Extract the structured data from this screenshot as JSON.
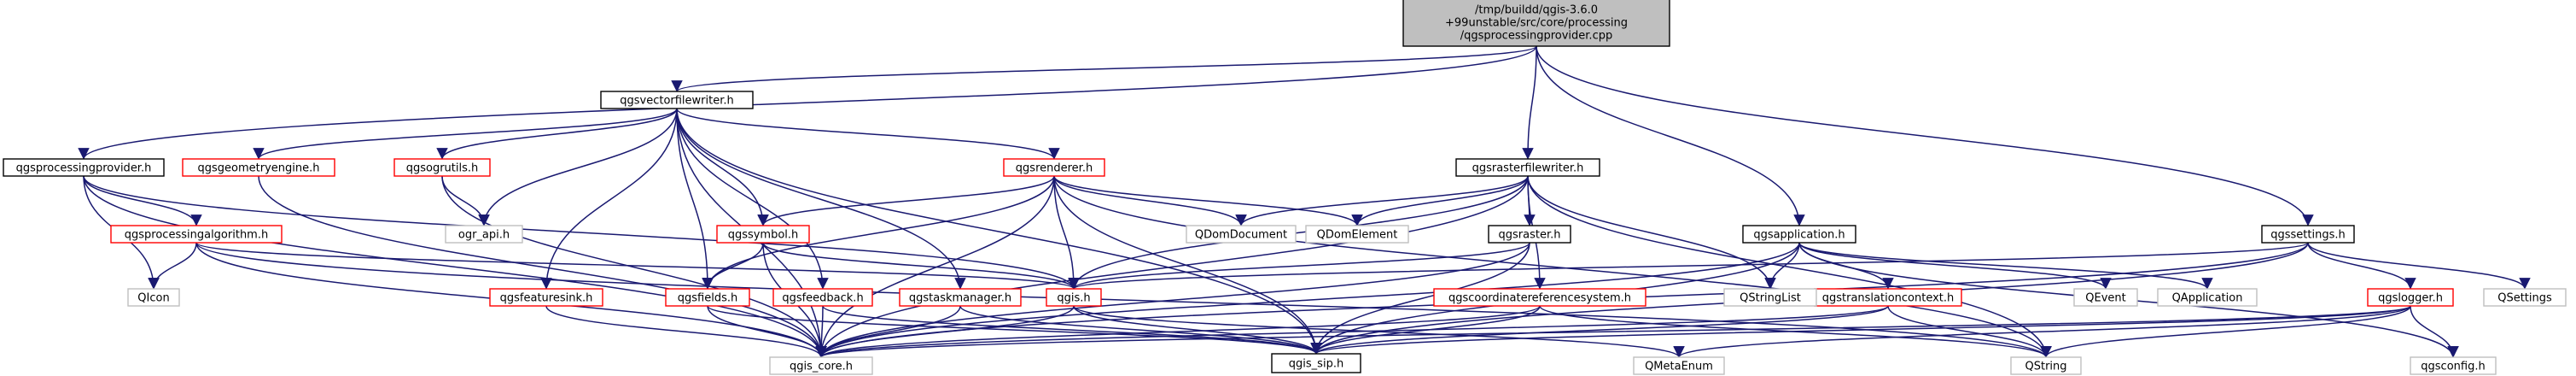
{
  "graph": {
    "colors": {
      "edge": "#191970",
      "root_fill": "#bfbfbf",
      "root_border": "#000000",
      "documented_border": "#000000",
      "incomplete_border": "#ff0000",
      "external_border": "#bfbfbf",
      "external_text": "#404040"
    },
    "nodes": [
      {
        "id": "root",
        "lines": [
          "/tmp/buildd/qgis-3.6.0",
          "+99unstable/src/core/processing",
          "/qgsprocessingprovider.cpp"
        ],
        "kind": "root"
      },
      {
        "id": "qgsvectorfilewriter",
        "lines": [
          "qgsvectorfilewriter.h"
        ],
        "kind": "documented"
      },
      {
        "id": "qgsprocessingprovider",
        "lines": [
          "qgsprocessingprovider.h"
        ],
        "kind": "documented"
      },
      {
        "id": "qgsgeometryengine",
        "lines": [
          "qgsgeometryengine.h"
        ],
        "kind": "incomplete"
      },
      {
        "id": "qgsogrutils",
        "lines": [
          "qgsogrutils.h"
        ],
        "kind": "incomplete"
      },
      {
        "id": "qgsrenderer",
        "lines": [
          "qgsrenderer.h"
        ],
        "kind": "incomplete"
      },
      {
        "id": "qgsrasterfilewriter",
        "lines": [
          "qgsrasterfilewriter.h"
        ],
        "kind": "documented"
      },
      {
        "id": "qgssettings",
        "lines": [
          "qgssettings.h"
        ],
        "kind": "documented"
      },
      {
        "id": "qgsprocessingalgorithm",
        "lines": [
          "qgsprocessingalgorithm.h"
        ],
        "kind": "incomplete"
      },
      {
        "id": "ogr_api",
        "lines": [
          "ogr_api.h"
        ],
        "kind": "external"
      },
      {
        "id": "qgssymbol",
        "lines": [
          "qgssymbol.h"
        ],
        "kind": "incomplete"
      },
      {
        "id": "qdomdocument",
        "lines": [
          "QDomDocument"
        ],
        "kind": "external"
      },
      {
        "id": "qdomelement",
        "lines": [
          "QDomElement"
        ],
        "kind": "external"
      },
      {
        "id": "qgsraster",
        "lines": [
          "qgsraster.h"
        ],
        "kind": "documented"
      },
      {
        "id": "qgsapplication",
        "lines": [
          "qgsapplication.h"
        ],
        "kind": "documented"
      },
      {
        "id": "qgslogger",
        "lines": [
          "qgslogger.h"
        ],
        "kind": "incomplete"
      },
      {
        "id": "qsettings",
        "lines": [
          "QSettings"
        ],
        "kind": "external"
      },
      {
        "id": "qicon",
        "lines": [
          "QIcon"
        ],
        "kind": "external"
      },
      {
        "id": "qgsfeaturesink",
        "lines": [
          "qgsfeaturesink.h"
        ],
        "kind": "incomplete"
      },
      {
        "id": "qgsfields",
        "lines": [
          "qgsfields.h"
        ],
        "kind": "incomplete"
      },
      {
        "id": "qgsfeedback",
        "lines": [
          "qgsfeedback.h"
        ],
        "kind": "incomplete"
      },
      {
        "id": "qgstaskmanager",
        "lines": [
          "qgstaskmanager.h"
        ],
        "kind": "incomplete"
      },
      {
        "id": "qgis",
        "lines": [
          "qgis.h"
        ],
        "kind": "incomplete"
      },
      {
        "id": "qgscoordinatereferencesystem",
        "lines": [
          "qgscoordinatereferencesystem.h"
        ],
        "kind": "incomplete"
      },
      {
        "id": "qgstranslationcontext",
        "lines": [
          "qgstranslationcontext.h"
        ],
        "kind": "incomplete"
      },
      {
        "id": "qstringlist",
        "lines": [
          "QStringList"
        ],
        "kind": "external"
      },
      {
        "id": "qevent",
        "lines": [
          "QEvent"
        ],
        "kind": "external"
      },
      {
        "id": "qapplication",
        "lines": [
          "QApplication"
        ],
        "kind": "external"
      },
      {
        "id": "qgis_core",
        "lines": [
          "qgis_core.h"
        ],
        "kind": "external"
      },
      {
        "id": "qgis_sip",
        "lines": [
          "qgis_sip.h"
        ],
        "kind": "documented"
      },
      {
        "id": "qmetaenum",
        "lines": [
          "QMetaEnum"
        ],
        "kind": "external"
      },
      {
        "id": "qstring",
        "lines": [
          "QString"
        ],
        "kind": "external"
      },
      {
        "id": "qgsconfig",
        "lines": [
          "qgsconfig.h"
        ],
        "kind": "external"
      }
    ],
    "edges": [
      [
        "root",
        "qgsvectorfilewriter"
      ],
      [
        "root",
        "qgsprocessingprovider"
      ],
      [
        "root",
        "qgsrasterfilewriter"
      ],
      [
        "root",
        "qgsapplication"
      ],
      [
        "root",
        "qgssettings"
      ],
      [
        "qgsvectorfilewriter",
        "qgsgeometryengine"
      ],
      [
        "qgsvectorfilewriter",
        "qgsogrutils"
      ],
      [
        "qgsvectorfilewriter",
        "qgsrenderer"
      ],
      [
        "qgsvectorfilewriter",
        "ogr_api"
      ],
      [
        "qgsvectorfilewriter",
        "qgssymbol"
      ],
      [
        "qgsvectorfilewriter",
        "qgsfeaturesink"
      ],
      [
        "qgsvectorfilewriter",
        "qgsfields"
      ],
      [
        "qgsvectorfilewriter",
        "qgsfeedback"
      ],
      [
        "qgsvectorfilewriter",
        "qgstaskmanager"
      ],
      [
        "qgsvectorfilewriter",
        "qgis_core"
      ],
      [
        "qgsvectorfilewriter",
        "qgis_sip"
      ],
      [
        "qgsprocessingprovider",
        "qgsprocessingalgorithm"
      ],
      [
        "qgsprocessingprovider",
        "qicon"
      ],
      [
        "qgsprocessingprovider",
        "qgis_core"
      ],
      [
        "qgsprocessingprovider",
        "qgis"
      ],
      [
        "qgsgeometryengine",
        "qgis_core"
      ],
      [
        "qgsogrutils",
        "ogr_api"
      ],
      [
        "qgsogrutils",
        "qgis_core"
      ],
      [
        "qgsrenderer",
        "qgssymbol"
      ],
      [
        "qgsrenderer",
        "qdomdocument"
      ],
      [
        "qgsrenderer",
        "qdomelement"
      ],
      [
        "qgsrenderer",
        "qgsfields"
      ],
      [
        "qgsrenderer",
        "qgis"
      ],
      [
        "qgsrenderer",
        "qgis_core"
      ],
      [
        "qgsrenderer",
        "qgis_sip"
      ],
      [
        "qgsrenderer",
        "qstring"
      ],
      [
        "qgsrasterfilewriter",
        "qdomdocument"
      ],
      [
        "qgsrasterfilewriter",
        "qdomelement"
      ],
      [
        "qgsrasterfilewriter",
        "qgsraster"
      ],
      [
        "qgsrasterfilewriter",
        "qgscoordinatereferencesystem"
      ],
      [
        "qgsrasterfilewriter",
        "qstringlist"
      ],
      [
        "qgsrasterfilewriter",
        "qgis"
      ],
      [
        "qgsrasterfilewriter",
        "qgis_core"
      ],
      [
        "qgsrasterfilewriter",
        "qstring"
      ],
      [
        "qgsprocessingalgorithm",
        "qicon"
      ],
      [
        "qgsprocessingalgorithm",
        "qgis"
      ],
      [
        "qgsprocessingalgorithm",
        "qgis_core"
      ],
      [
        "qgsprocessingalgorithm",
        "qstring"
      ],
      [
        "qgssymbol",
        "qgsfields"
      ],
      [
        "qgssymbol",
        "qgis"
      ],
      [
        "qgssymbol",
        "qgis_core"
      ],
      [
        "qgsraster",
        "qgis"
      ],
      [
        "qgsraster",
        "qgis_core"
      ],
      [
        "qgsraster",
        "qgis_sip"
      ],
      [
        "qgsapplication",
        "qgstranslationcontext"
      ],
      [
        "qgsapplication",
        "qstringlist"
      ],
      [
        "qgsapplication",
        "qevent"
      ],
      [
        "qgsapplication",
        "qapplication"
      ],
      [
        "qgsapplication",
        "qgis_core"
      ],
      [
        "qgsapplication",
        "qgis_sip"
      ],
      [
        "qgsapplication",
        "qgsconfig"
      ],
      [
        "qgssettings",
        "qgslogger"
      ],
      [
        "qgssettings",
        "qsettings"
      ],
      [
        "qgssettings",
        "qgis"
      ],
      [
        "qgssettings",
        "qgis_core"
      ],
      [
        "qgssettings",
        "qgis_sip"
      ],
      [
        "qgslogger",
        "qgis_core"
      ],
      [
        "qgslogger",
        "qgis_sip"
      ],
      [
        "qgslogger",
        "qstring"
      ],
      [
        "qgslogger",
        "qgsconfig"
      ],
      [
        "qgslogger",
        "qmetaenum"
      ],
      [
        "qgsfeaturesink",
        "qgis_core"
      ],
      [
        "qgsfields",
        "qgis_core"
      ],
      [
        "qgsfields",
        "qgis_sip"
      ],
      [
        "qgsfeedback",
        "qgis_core"
      ],
      [
        "qgsfeedback",
        "qgis_sip"
      ],
      [
        "qgstaskmanager",
        "qgis_core"
      ],
      [
        "qgstaskmanager",
        "qgis_sip"
      ],
      [
        "qgis",
        "qgis_core"
      ],
      [
        "qgis",
        "qgis_sip"
      ],
      [
        "qgis",
        "qmetaenum"
      ],
      [
        "qgscoordinatereferencesystem",
        "qgis_core"
      ],
      [
        "qgscoordinatereferencesystem",
        "qgis_sip"
      ],
      [
        "qgscoordinatereferencesystem",
        "qstring"
      ],
      [
        "qgstranslationcontext",
        "qgis_core"
      ],
      [
        "qgstranslationcontext",
        "qgis_sip"
      ],
      [
        "qgstranslationcontext",
        "qstring"
      ]
    ]
  }
}
